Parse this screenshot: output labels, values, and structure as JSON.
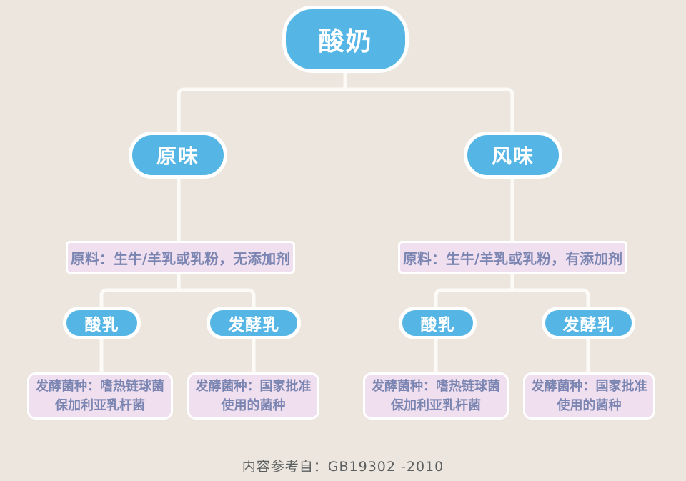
{
  "diagram": {
    "root": {
      "label": "酸奶"
    },
    "branches": [
      {
        "flavor": "原味",
        "material": "原料：生牛/羊乳或乳粉，无添加剂",
        "children": [
          {
            "type": "酸乳",
            "lines": [
              "发酵菌种：嗜热链球菌",
              "保加利亚乳杆菌"
            ]
          },
          {
            "type": "发酵乳",
            "lines": [
              "发酵菌种：国家批准",
              "使用的菌种"
            ]
          }
        ]
      },
      {
        "flavor": "风味",
        "material": "原料：生牛/羊乳或乳粉，有添加剂",
        "children": [
          {
            "type": "酸乳",
            "lines": [
              "发酵菌种：嗜热链球菌",
              "保加利亚乳杆菌"
            ]
          },
          {
            "type": "发酵乳",
            "lines": [
              "发酵菌种：国家批准",
              "使用的菌种"
            ]
          }
        ]
      }
    ],
    "caption": "内容参考自：GB19302 -2010"
  },
  "colors": {
    "background": "#EDE6DE",
    "node_blue": "#55B6E5",
    "node_border": "#FFFFFF",
    "box_pink": "#EFDFEF",
    "text_purple": "#7B85B2",
    "connector": "#FCFAF7",
    "caption_gray": "#5B5F60"
  }
}
